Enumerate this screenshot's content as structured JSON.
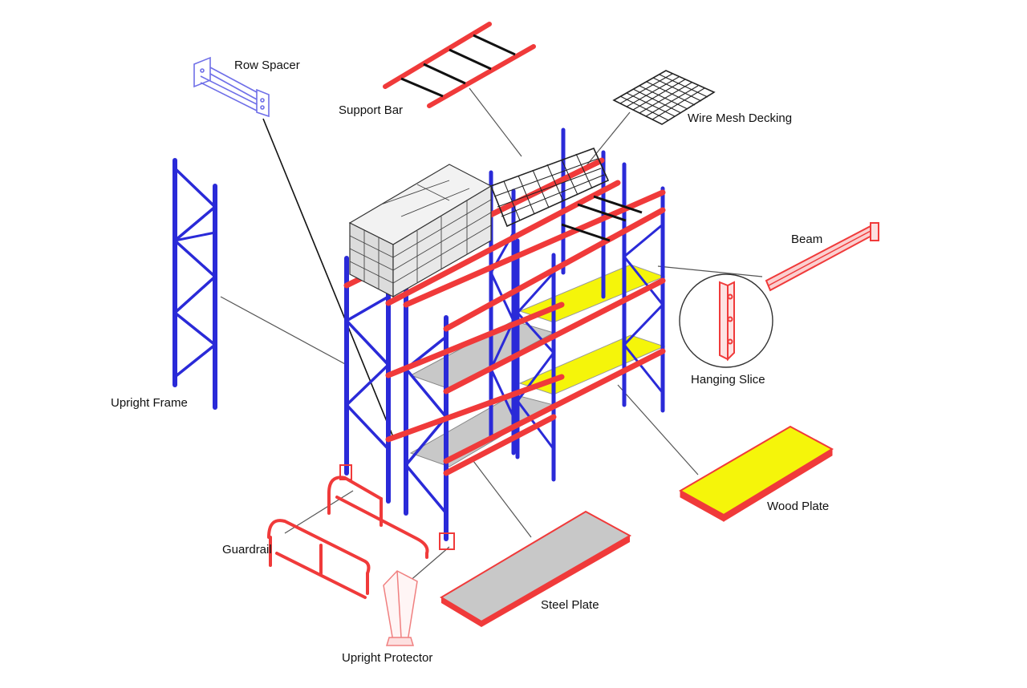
{
  "diagram": {
    "labels": {
      "row_spacer": "Row Spacer",
      "support_bar": "Support Bar",
      "wire_mesh_decking": "Wire Mesh Decking",
      "beam": "Beam",
      "hanging_slice": "Hanging Slice",
      "upright_frame": "Upright Frame",
      "wood_plate": "Wood Plate",
      "guardrail": "Guardrail",
      "steel_plate": "Steel Plate",
      "upright_protector": "Upright Protector"
    },
    "colors": {
      "upright": "#2a2ad8",
      "beam": "#f03a3a",
      "wood": "#f5f50a",
      "steel": "#c8c8c8",
      "leader_line": "#555555",
      "box": "#e4e4e4"
    },
    "icons": {
      "rack": "pallet-rack-illustration",
      "row_spacer": "row-spacer-icon",
      "support_bar": "support-bar-icon",
      "wire_mesh": "wire-mesh-icon",
      "beam": "beam-icon",
      "hanging_slice": "hanging-slice-icon",
      "upright_frame": "upright-frame-icon",
      "wood_plate": "wood-plate-icon",
      "steel_plate": "steel-plate-icon",
      "guardrail": "guardrail-icon",
      "upright_protector": "upright-protector-icon"
    }
  }
}
